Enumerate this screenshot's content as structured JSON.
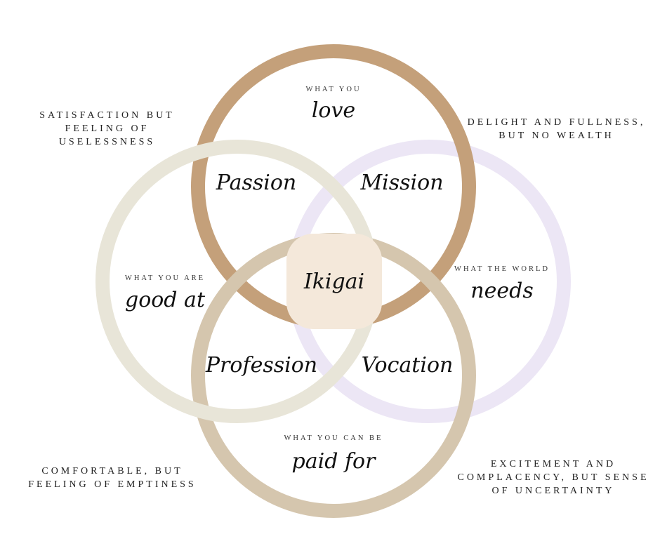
{
  "colors": {
    "love": "#c4a07a",
    "good_at": "#e8e5d8",
    "world_needs": "#ece6f5",
    "paid_for": "#d5c6ae",
    "ikigai": "#f4e8da"
  },
  "circles": {
    "love": {
      "small": "What you",
      "script": "love"
    },
    "good_at": {
      "small": "What you are",
      "script": "good at"
    },
    "world_needs": {
      "small": "What the world",
      "script": "needs"
    },
    "paid_for": {
      "small": "What you can be",
      "script": "paid for"
    }
  },
  "intersections": {
    "passion": "Passion",
    "mission": "Mission",
    "profession": "Profession",
    "vocation": "Vocation",
    "center": "Ikigai"
  },
  "corners": {
    "top_left": "Satisfaction but feeling of uselessness",
    "top_right": "Delight and fullness, but no wealth",
    "bottom_left": "Comfortable, but feeling of emptiness",
    "bottom_right": "Excitement and complacency, but sense of uncertainty"
  }
}
